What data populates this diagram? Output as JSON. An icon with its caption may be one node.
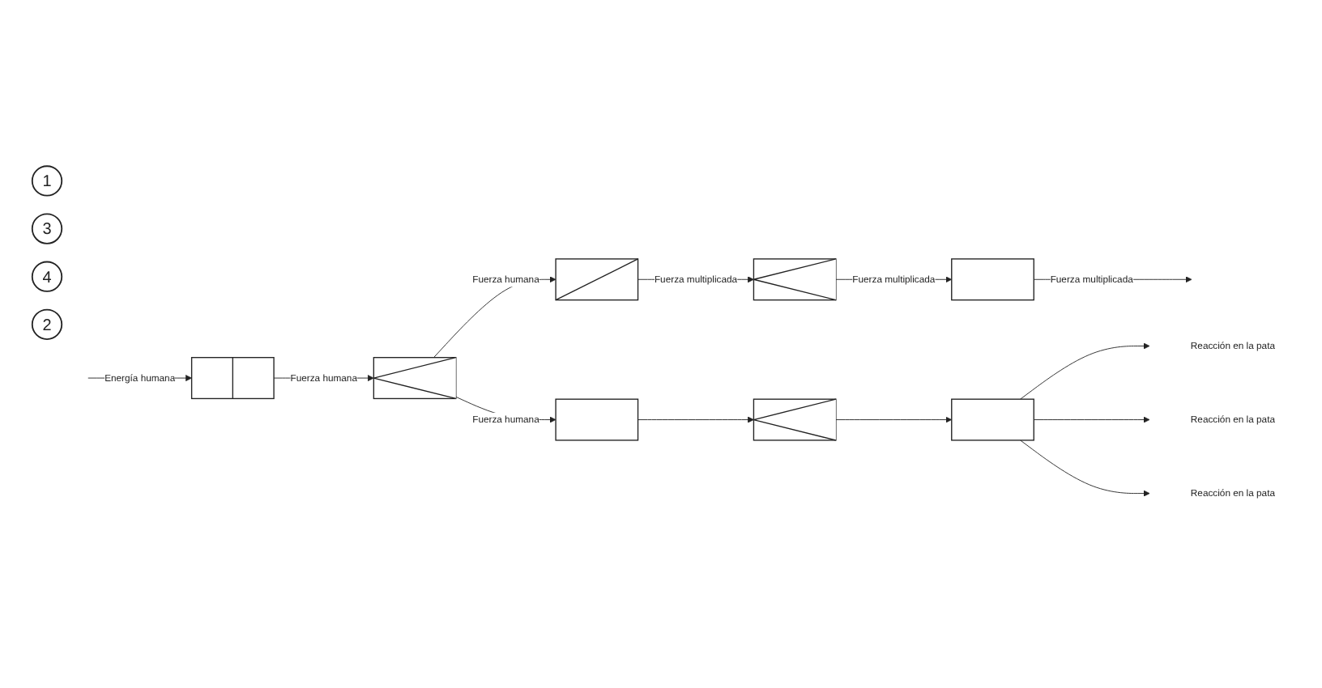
{
  "diagram": {
    "nodes": [
      {
        "text": [
          "1"
        ]
      },
      {
        "text": [],
        "shape": "box"
      },
      {
        "text": [
          "3"
        ]
      },
      {
        "text": [
          "4"
        ]
      },
      {
        "text": [
          "2"
        ]
      },
      {
        "text": [],
        "shape": "box"
      },
      {
        "text": [],
        "shape": "box"
      },
      {
        "text": [],
        "shape": "box"
      },
      {
        "text": [],
        "shape": "box"
      },
      {
        "text": [],
        "shape": "box"
      },
      {
        "text": [],
        "shape": "box"
      },
      {
        "text": [],
        "shape": "box"
      },
      {
        "text": [
          "Reacción en la pata"
        ]
      },
      {
        "text": [
          "Reacción en la pata"
        ]
      },
      {
        "text": [
          "Reacción en la pata"
        ]
      }
    ],
    "edges": [
      {
        "from": null,
        "to": 5,
        "arrow": "to",
        "label": "Energía humana"
      },
      {
        "from": 5,
        "to": 6,
        "arrow": "to",
        "label": "Fuerza humana"
      },
      {
        "from": 6,
        "to": 7,
        "arrow": "to",
        "label": "Fuerza humana"
      },
      {
        "from": 6,
        "to": 9,
        "arrow": "to",
        "label": "Fuerza humana"
      },
      {
        "from": 7,
        "to": 8,
        "arrow": "to",
        "label": "Fuerza multiplicada"
      },
      {
        "from": 8,
        "to": 1,
        "arrow": "to",
        "label": "Fuerza multiplicada"
      },
      {
        "from": 1,
        "to": null,
        "arrow": "to",
        "label": "Fuerza multiplicada"
      },
      {
        "from": 9,
        "to": 10,
        "arrow": "to"
      },
      {
        "from": 10,
        "to": 11,
        "arrow": "to"
      },
      {
        "from": 11,
        "to": 12,
        "arrow": "to"
      },
      {
        "from": 11,
        "to": 13,
        "arrow": "to"
      },
      {
        "from": 11,
        "to": 14,
        "arrow": "to"
      }
    ]
  }
}
